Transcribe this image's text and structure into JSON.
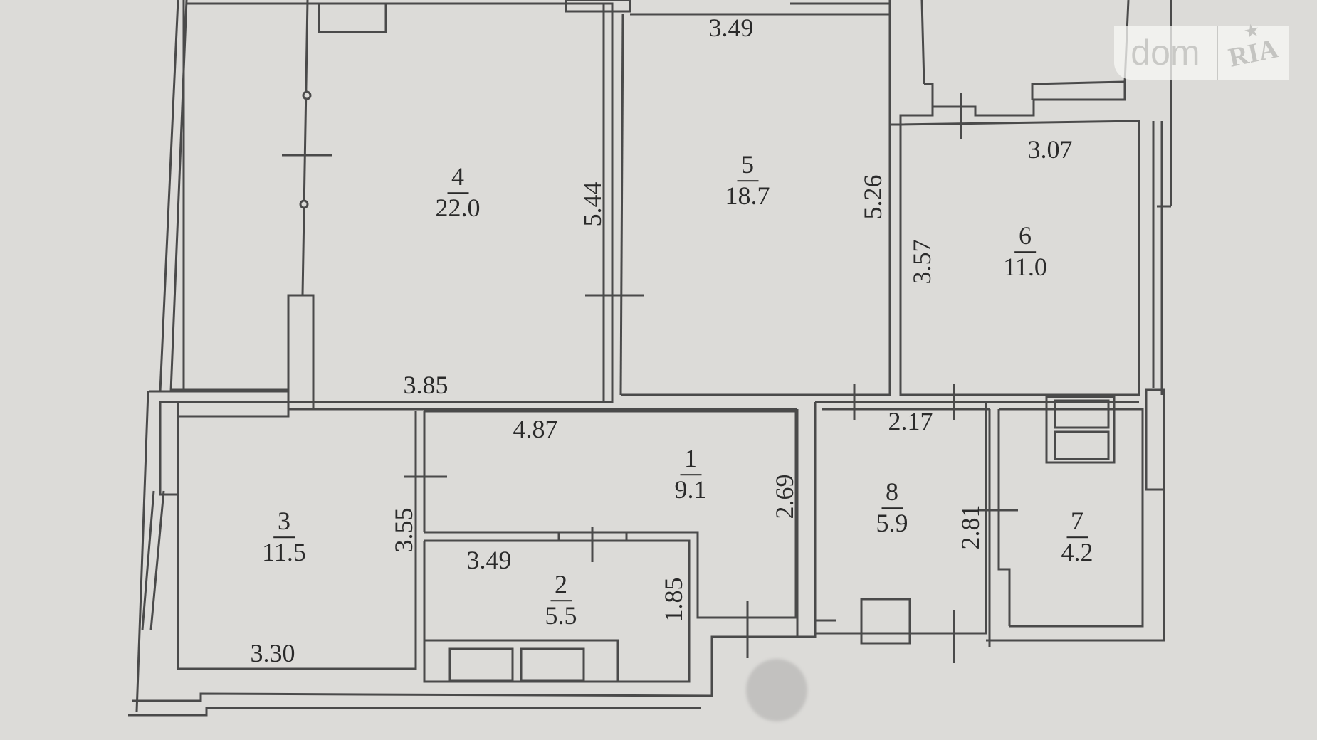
{
  "watermark": {
    "brand_left": "dom",
    "brand_right": "RIA",
    "icon": "star-icon"
  },
  "colors": {
    "background": "#dcdbd8",
    "wall": "#4a4a4a",
    "text": "#2a2a2a",
    "watermark": "#c9c9c6"
  },
  "rooms": [
    {
      "id": "room-1",
      "number": "1",
      "area": "9.1"
    },
    {
      "id": "room-2",
      "number": "2",
      "area": "5.5"
    },
    {
      "id": "room-3",
      "number": "3",
      "area": "11.5"
    },
    {
      "id": "room-4",
      "number": "4",
      "area": "22.0"
    },
    {
      "id": "room-5",
      "number": "5",
      "area": "18.7"
    },
    {
      "id": "room-6",
      "number": "6",
      "area": "11.0"
    },
    {
      "id": "room-7",
      "number": "7",
      "area": "4.2"
    },
    {
      "id": "room-8",
      "number": "8",
      "area": "5.9"
    }
  ],
  "dimensions": {
    "room5_top_width": "3.49",
    "room4_height": "5.44",
    "room5_height": "5.26",
    "room6_width": "3.07",
    "room6_height": "3.57",
    "room4_bottom_width": "3.85",
    "room1_width": "4.87",
    "room8_width": "2.17",
    "room1_height": "2.69",
    "room3_height": "3.55",
    "room2_width": "3.49",
    "room2_height": "1.85",
    "room8_height": "2.81",
    "room3_width": "3.30"
  }
}
